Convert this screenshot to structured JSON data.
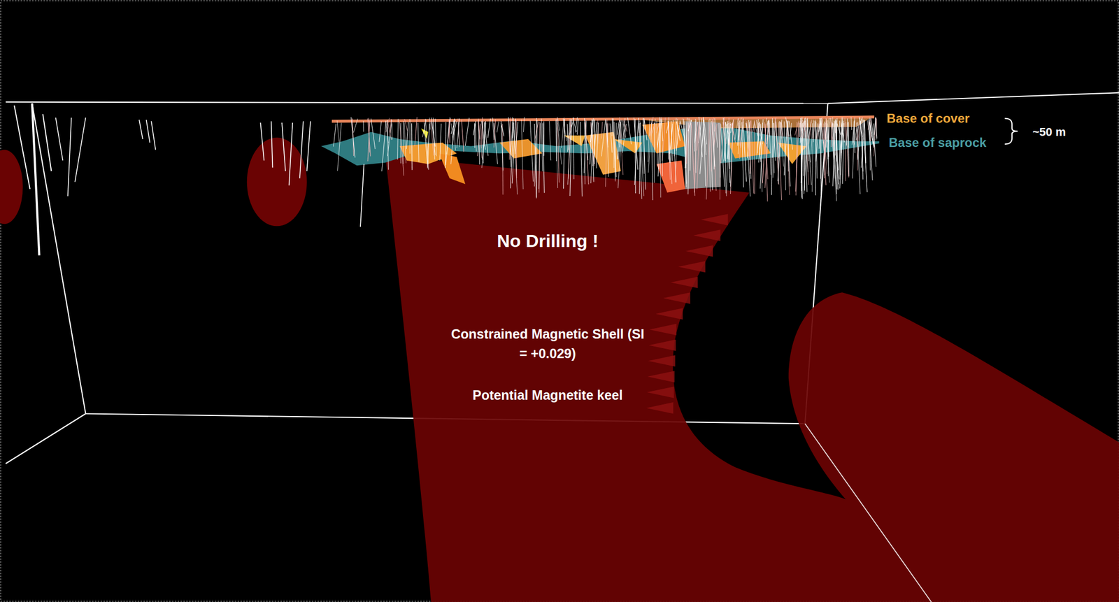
{
  "diagram": {
    "nodes": [
      {
        "text": [
          "No Drilling !",
          "Constrained Magnetic Shell (SI = +0.029)",
          "Potential Magnetite keel"
        ]
      }
    ],
    "labels": [
      "Base of cover",
      "Base of saprock",
      "~50 m"
    ]
  }
}
